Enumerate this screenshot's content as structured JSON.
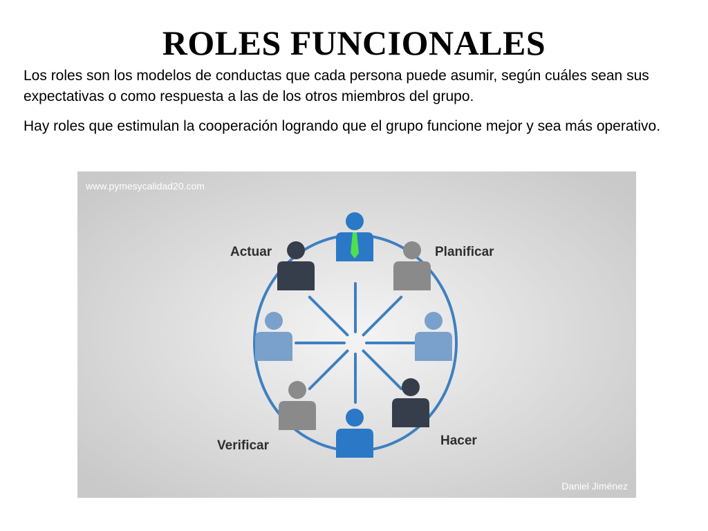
{
  "slide": {
    "title": "ROLES FUNCIONALES",
    "paragraph1": "Los roles son los modelos de conductas que cada persona puede asumir, según cuáles sean sus expectativas o como respuesta a las de los otros miembros del grupo.",
    "paragraph2": "Hay roles que estimulan la cooperación logrando que el grupo funcione mejor y sea más operativo."
  },
  "diagram": {
    "watermark_top": "www.pymesycalidad20.com",
    "watermark_bottom": "Daniel Jiménez",
    "labels": {
      "actuar": "Actuar",
      "planificar": "Planificar",
      "verificar": "Verificar",
      "hacer": "Hacer"
    },
    "colors": {
      "ring": "#3e7fc1",
      "blue": "#2b78c6",
      "light_blue": "#7aa0cc",
      "dark": "#353e4a",
      "gray": "#8a8a8a",
      "tie": "#4fe04f",
      "background_center": "#f4f4f4",
      "background_edge": "#c9c9c9"
    },
    "people": [
      {
        "name": "top",
        "tone": "blue",
        "tie": true
      },
      {
        "name": "top-right",
        "tone": "gray"
      },
      {
        "name": "right",
        "tone": "light_blue"
      },
      {
        "name": "bottom-right",
        "tone": "dark"
      },
      {
        "name": "bottom",
        "tone": "blue"
      },
      {
        "name": "bottom-left",
        "tone": "gray"
      },
      {
        "name": "left",
        "tone": "light_blue"
      },
      {
        "name": "top-left",
        "tone": "dark"
      }
    ]
  }
}
